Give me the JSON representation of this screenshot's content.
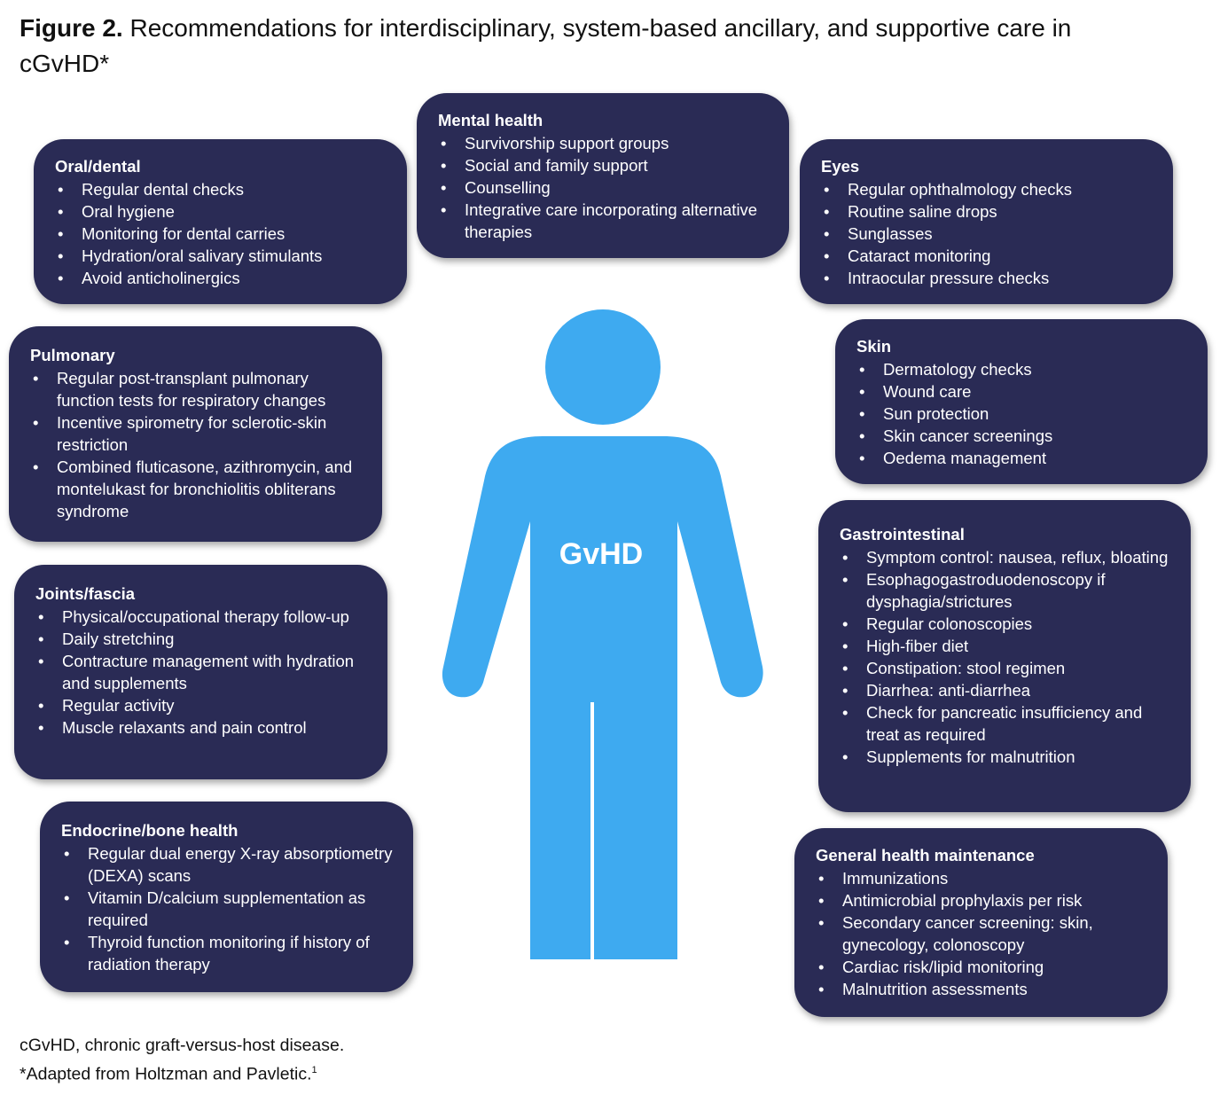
{
  "title": {
    "label": "Figure 2.",
    "text": "Recommendations for interdisciplinary, system-based ancillary, and supportive care in cGvHD*"
  },
  "center_label": "GvHD",
  "colors": {
    "box": "#2a2b55",
    "figure": "#3eaaf0"
  },
  "boxes": {
    "mental": {
      "title": "Mental health",
      "items": [
        "Survivorship support groups",
        "Social and family support",
        "Counselling",
        "Integrative care incorporating alternative therapies"
      ]
    },
    "oral": {
      "title": "Oral/dental",
      "items": [
        "Regular dental checks",
        "Oral hygiene",
        "Monitoring for dental carries",
        "Hydration/oral salivary stimulants",
        "Avoid anticholinergics"
      ]
    },
    "eyes": {
      "title": "Eyes",
      "items": [
        "Regular ophthalmology checks",
        "Routine saline drops",
        "Sunglasses",
        "Cataract monitoring",
        "Intraocular pressure checks"
      ]
    },
    "pulmonary": {
      "title": "Pulmonary",
      "items": [
        "Regular post-transplant pulmonary function tests for respiratory changes",
        "Incentive spirometry for sclerotic-skin restriction",
        "Combined fluticasone, azithromycin, and montelukast for bronchiolitis obliterans syndrome"
      ]
    },
    "skin": {
      "title": "Skin",
      "items": [
        "Dermatology checks",
        "Wound care",
        "Sun protection",
        "Skin cancer screenings",
        "Oedema management"
      ]
    },
    "joints": {
      "title": "Joints/fascia",
      "items": [
        "Physical/occupational therapy follow-up",
        "Daily stretching",
        "Contracture management with hydration and supplements",
        "Regular activity",
        "Muscle relaxants and pain control"
      ]
    },
    "gi": {
      "title": "Gastrointestinal",
      "items": [
        "Symptom control: nausea, reflux, bloating",
        "Esophagogastroduodenoscopy if dysphagia/strictures",
        "Regular colonoscopies",
        "High-fiber diet",
        "Constipation: stool regimen",
        "Diarrhea: anti-diarrhea",
        "Check for pancreatic insufficiency and treat as required",
        "Supplements for malnutrition"
      ]
    },
    "endocrine": {
      "title": "Endocrine/bone health",
      "items": [
        "Regular dual energy X-ray absorptiometry (DEXA) scans",
        "Vitamin D/calcium supplementation as required",
        "Thyroid function monitoring if history of radiation therapy"
      ]
    },
    "general": {
      "title": "General health maintenance",
      "items": [
        "Immunizations",
        "Antimicrobial prophylaxis per risk",
        "Secondary cancer screening: skin, gynecology, colonoscopy",
        "Cardiac risk/lipid monitoring",
        "Malnutrition assessments"
      ]
    }
  },
  "footnote": {
    "line1": "cGvHD, chronic graft-versus-host disease.",
    "line2": "*Adapted from Holtzman and Pavletic.",
    "ref": "1"
  }
}
